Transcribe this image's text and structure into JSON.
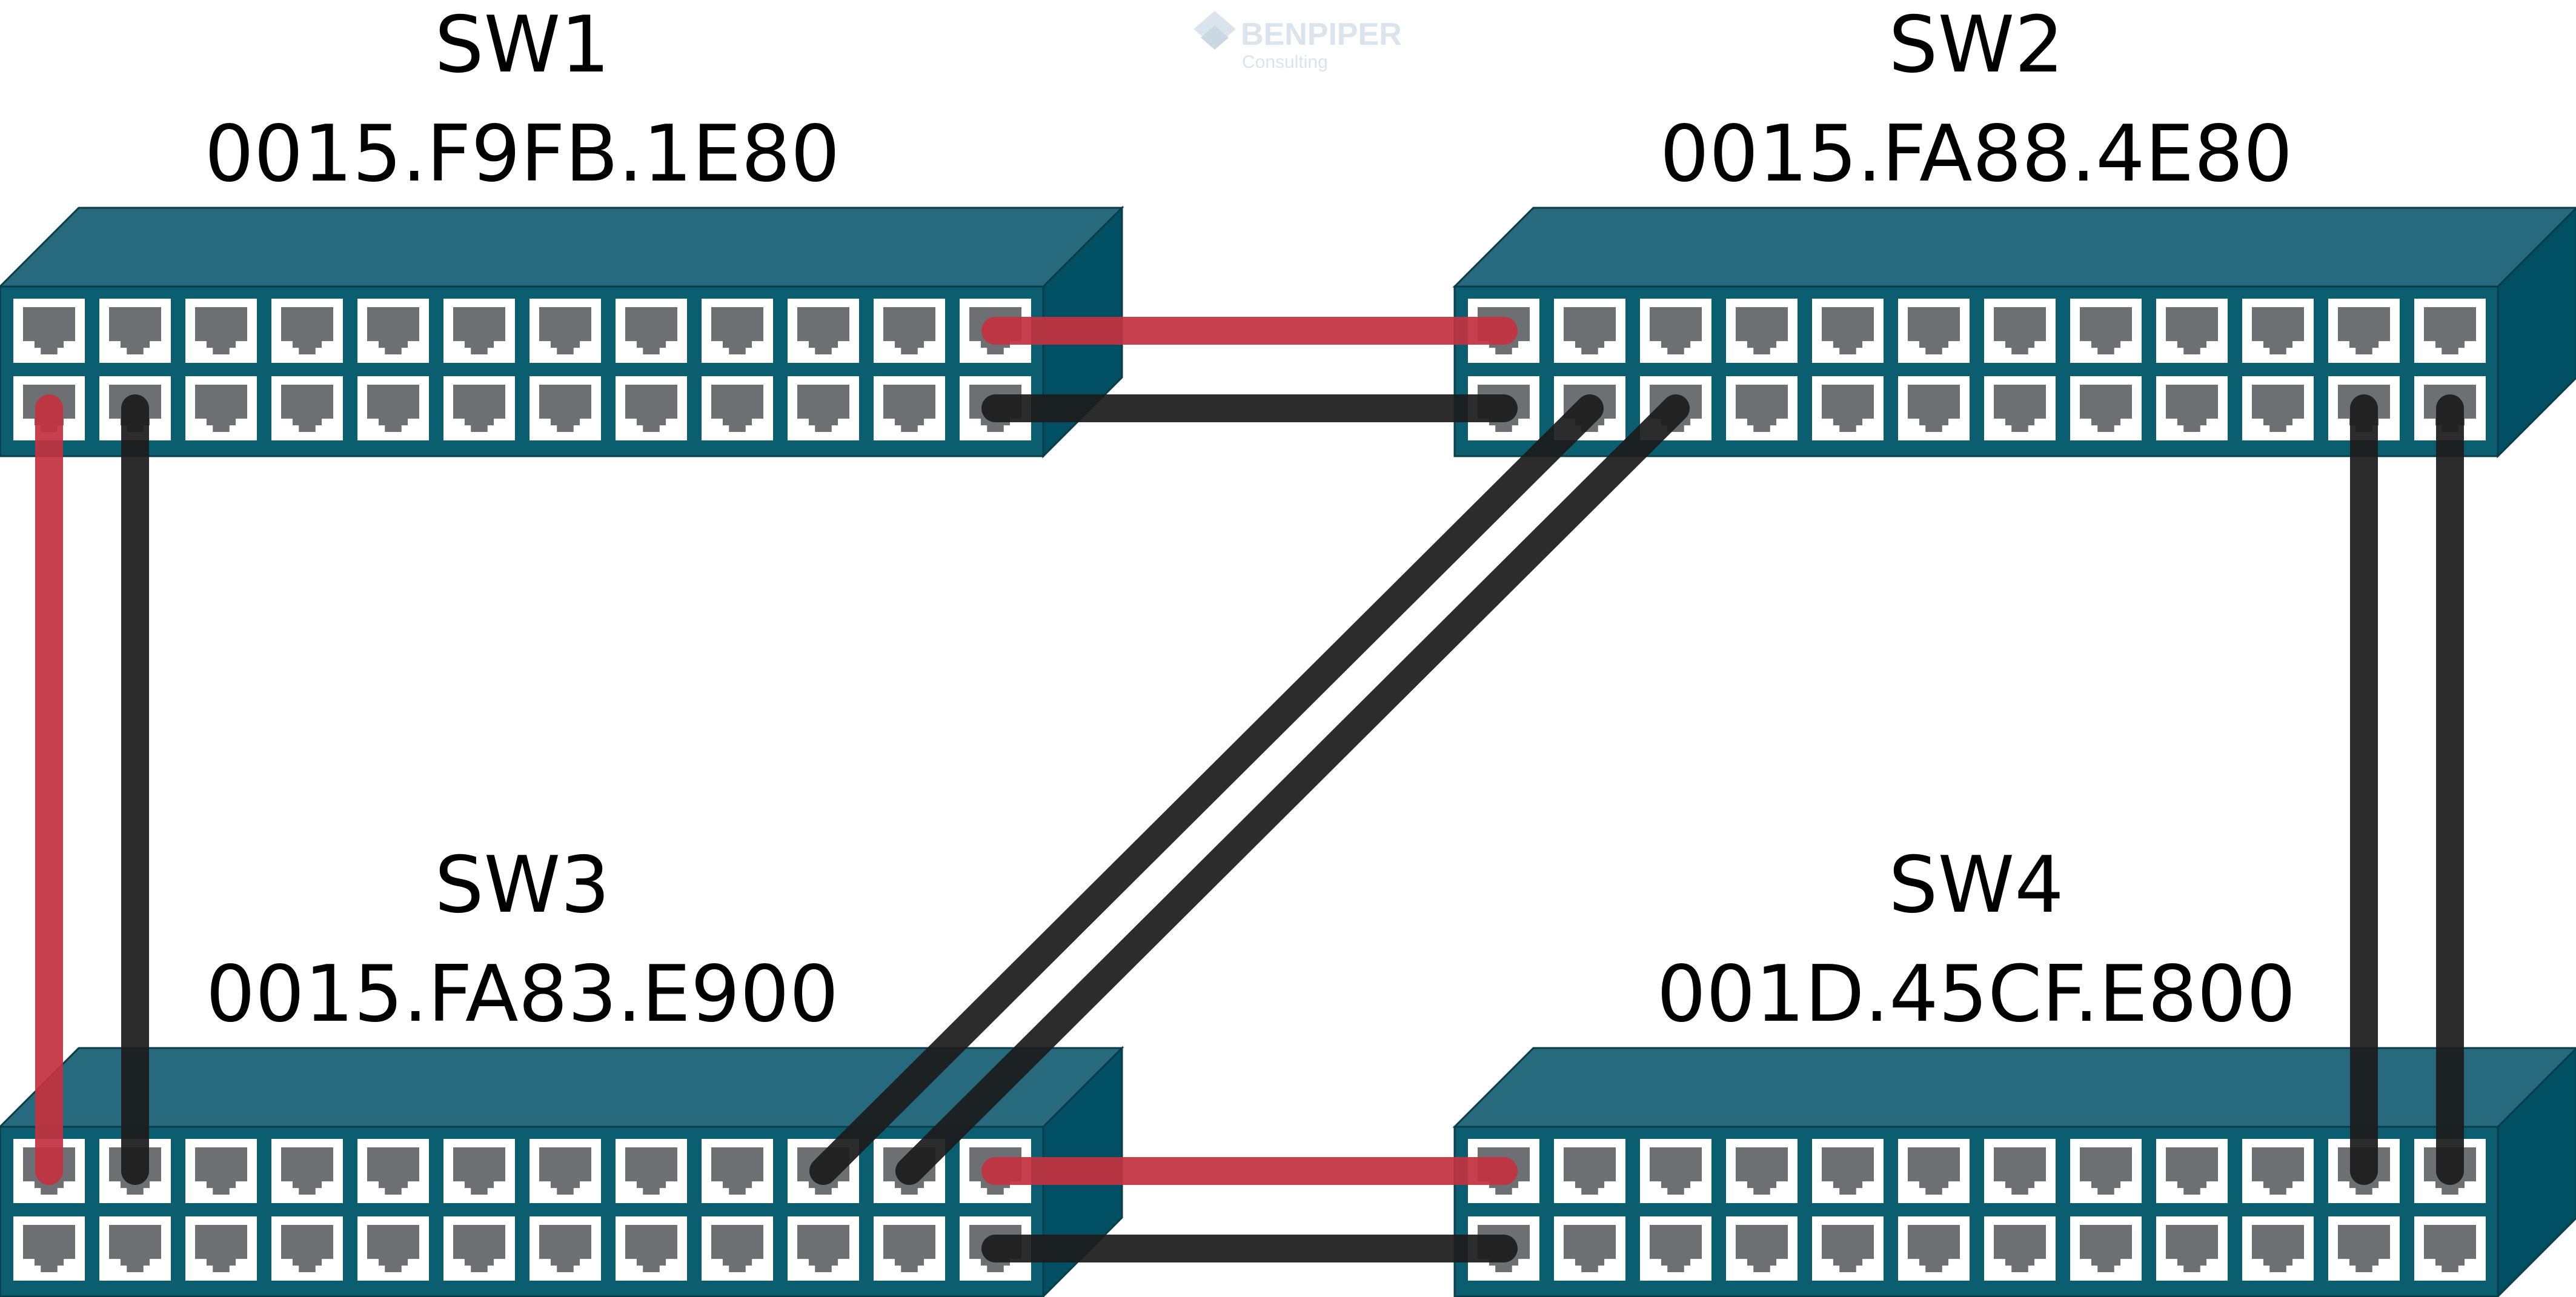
{
  "watermark": {
    "brand": "BENPIPER",
    "sub": "Consulting",
    "color": "#d6e2ea",
    "icon": "diamond-logo-icon"
  },
  "colors": {
    "chassis_front": "#0b5e70",
    "chassis_top": "#276a7d",
    "chassis_side": "#004f63",
    "port_frame": "#ffffff",
    "port_jack": "#6d6f72",
    "link_red": "#c23340",
    "link_black": "#1c1c1c"
  },
  "switches": [
    {
      "id": "sw1",
      "name": "SW1",
      "mac": "0015.F9FB.1E80"
    },
    {
      "id": "sw2",
      "name": "SW2",
      "mac": "0015.FA88.4E80"
    },
    {
      "id": "sw3",
      "name": "SW3",
      "mac": "0015.FA83.E900"
    },
    {
      "id": "sw4",
      "name": "SW4",
      "mac": "001D.45CF.E800"
    }
  ],
  "ports_per_row": 12,
  "rows_per_switch": 2,
  "links": [
    {
      "from": "sw1",
      "from_port": [
        0,
        11
      ],
      "to": "sw2",
      "to_port": [
        0,
        0
      ],
      "color": "red"
    },
    {
      "from": "sw1",
      "from_port": [
        1,
        11
      ],
      "to": "sw2",
      "to_port": [
        1,
        0
      ],
      "color": "black"
    },
    {
      "from": "sw1",
      "from_port": [
        1,
        0
      ],
      "to": "sw3",
      "to_port": [
        0,
        0
      ],
      "color": "red"
    },
    {
      "from": "sw1",
      "from_port": [
        1,
        1
      ],
      "to": "sw3",
      "to_port": [
        0,
        1
      ],
      "color": "black"
    },
    {
      "from": "sw2",
      "from_port": [
        1,
        1
      ],
      "to": "sw3",
      "to_port": [
        0,
        9
      ],
      "color": "black"
    },
    {
      "from": "sw2",
      "from_port": [
        1,
        2
      ],
      "to": "sw3",
      "to_port": [
        0,
        10
      ],
      "color": "black"
    },
    {
      "from": "sw3",
      "from_port": [
        0,
        11
      ],
      "to": "sw4",
      "to_port": [
        0,
        0
      ],
      "color": "red"
    },
    {
      "from": "sw3",
      "from_port": [
        1,
        11
      ],
      "to": "sw4",
      "to_port": [
        1,
        0
      ],
      "color": "black"
    },
    {
      "from": "sw2",
      "from_port": [
        1,
        10
      ],
      "to": "sw4",
      "to_port": [
        0,
        10
      ],
      "color": "black"
    },
    {
      "from": "sw2",
      "from_port": [
        1,
        11
      ],
      "to": "sw4",
      "to_port": [
        0,
        11
      ],
      "color": "black"
    }
  ]
}
